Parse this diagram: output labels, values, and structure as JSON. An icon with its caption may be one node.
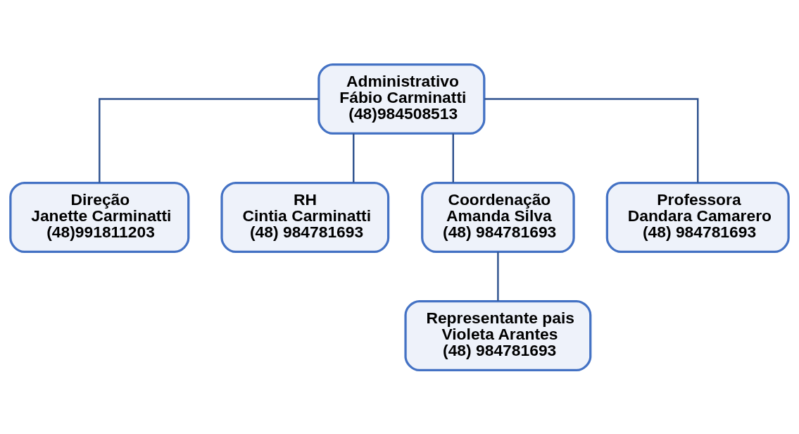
{
  "diagram": {
    "nodes": [
      {
        "text": [
          "Administrativo",
          "Fábio Carminatti",
          "(48)984508513"
        ]
      },
      {
        "text": [
          "Direção",
          "Janette Carminatti",
          "(48)991811203"
        ]
      },
      {
        "text": [
          "RH",
          "Cintia Carminatti",
          "(48) 984781693"
        ]
      },
      {
        "text": [
          "Coordenação",
          "Amanda Silva",
          "(48) 984781693"
        ]
      },
      {
        "text": [
          "Professora",
          "Dandara Camarero",
          "(48) 984781693"
        ]
      },
      {
        "text": [
          "Representante pais",
          "Violeta Arantes",
          "(48) 984781693"
        ]
      }
    ],
    "edges": [
      {
        "from": 0,
        "to": 1,
        "arrow": "none"
      },
      {
        "from": 0,
        "to": 2,
        "arrow": "none"
      },
      {
        "from": 0,
        "to": 3,
        "arrow": "none"
      },
      {
        "from": 0,
        "to": 4,
        "arrow": "none"
      },
      {
        "from": 3,
        "to": 5,
        "arrow": "none"
      }
    ]
  }
}
